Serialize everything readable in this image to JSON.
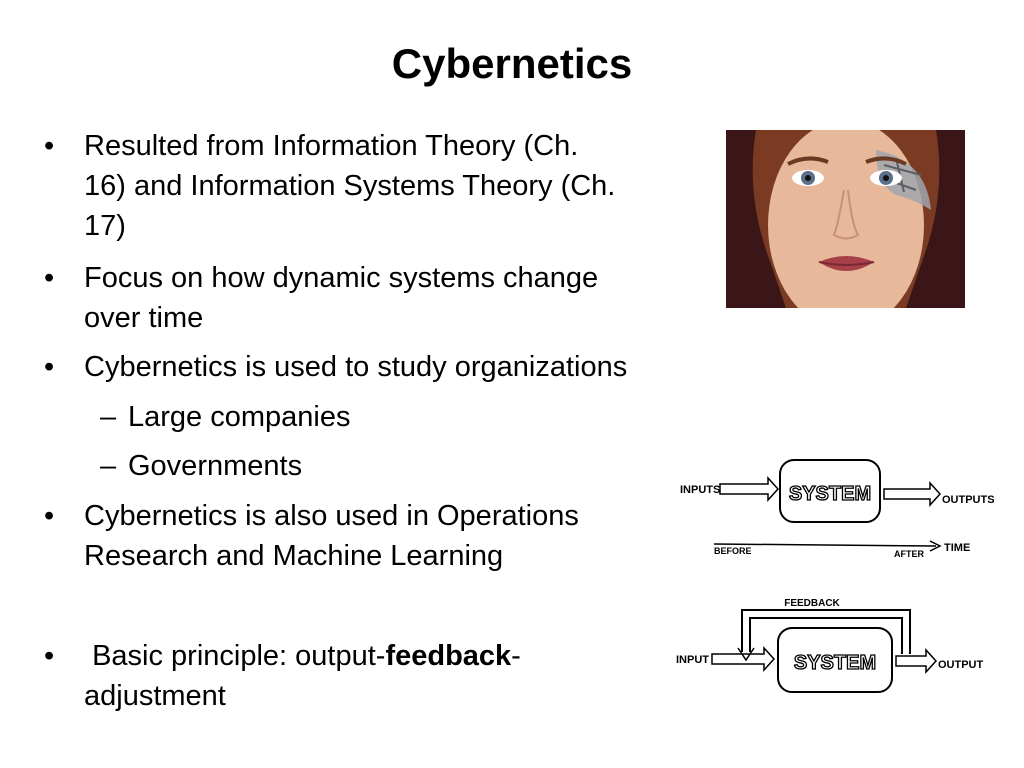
{
  "slide": {
    "title": "Cybernetics",
    "bullets": [
      {
        "lines": [
          "Resulted from Information Theory (Ch.",
          "16) and Information Systems Theory (Ch.",
          "17)"
        ]
      },
      {
        "lines": [
          "Focus on how dynamic systems change",
          "over time"
        ]
      },
      {
        "lines": [
          "Cybernetics is used to study organizations"
        ]
      },
      {
        "sub": "Large companies"
      },
      {
        "sub": "Governments"
      },
      {
        "lines": [
          "Cybernetics is also used in Operations",
          "Research and Machine Learning"
        ]
      },
      {
        "pre": "Basic principle: output-",
        "bold": "feedback",
        "post": "-",
        "line2": "adjustment"
      }
    ],
    "bullet_char": "•",
    "sub_char": "–"
  },
  "diagram": {
    "top": {
      "input": "INPUTS",
      "system": "SYSTEM",
      "output": "OUTPUTS",
      "before": "BEFORE",
      "after": "AFTER",
      "time": "TIME"
    },
    "bottom": {
      "input": "INPUT",
      "system": "SYSTEM",
      "output": "OUTPUT",
      "feedback": "FEEDBACK"
    }
  },
  "colors": {
    "background": "#ffffff",
    "text": "#000000",
    "photo_bg": "#3a1618"
  }
}
